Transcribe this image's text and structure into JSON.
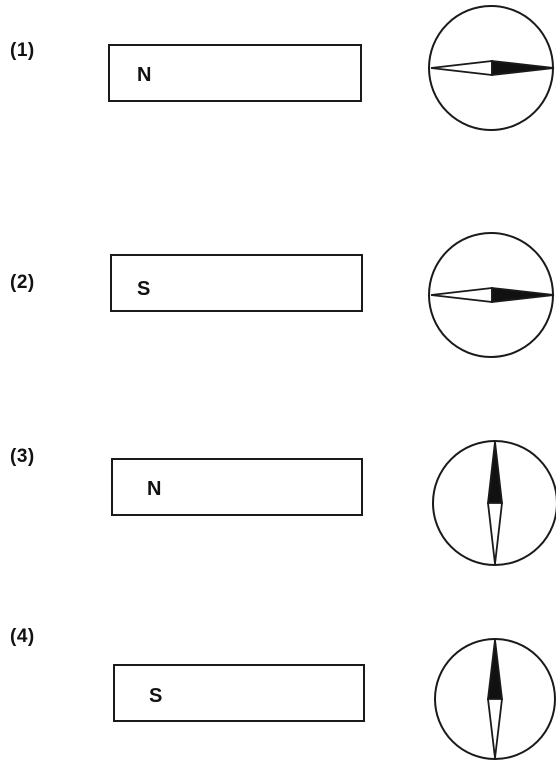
{
  "items": [
    {
      "label": "(1)",
      "pole": "N",
      "needle_orientation": "horizontal",
      "dark_tip_points": "right"
    },
    {
      "label": "(2)",
      "pole": "S",
      "needle_orientation": "horizontal",
      "dark_tip_points": "right"
    },
    {
      "label": "(3)",
      "pole": "N",
      "needle_orientation": "vertical",
      "dark_tip_points": "up"
    },
    {
      "label": "(4)",
      "pole": "S",
      "needle_orientation": "vertical",
      "dark_tip_points": "up"
    }
  ],
  "colors": {
    "ink": "#1a1a1a",
    "needle_dark": "#111111",
    "needle_light": "#ffffff"
  },
  "icons": [
    "compass-icon",
    "bar-magnet"
  ]
}
